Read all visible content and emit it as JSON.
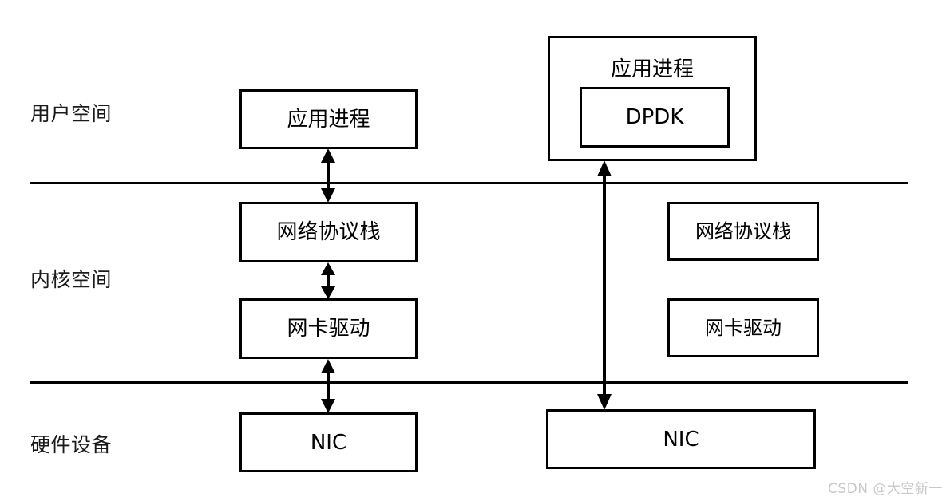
{
  "diagram": {
    "title_watermark": "CSDN @大空新一",
    "zones": [
      {
        "id": "user-space",
        "label": "用户空间"
      },
      {
        "id": "kernel-space",
        "label": "内核空间"
      },
      {
        "id": "hardware",
        "label": "硬件设备"
      }
    ],
    "left_stack": {
      "app_process": "应用进程",
      "protocol_stack": "网络协议栈",
      "nic_driver": "网卡驱动",
      "nic": "NIC"
    },
    "right_stack": {
      "app_process": "应用进程",
      "dpdk": "DPDK",
      "protocol_stack": "网络协议栈",
      "nic_driver": "网卡驱动",
      "nic": "NIC"
    },
    "colors": {
      "stroke": "#000000",
      "background": "#ffffff",
      "text": "#000000",
      "watermark": "#c8c8c8"
    }
  }
}
